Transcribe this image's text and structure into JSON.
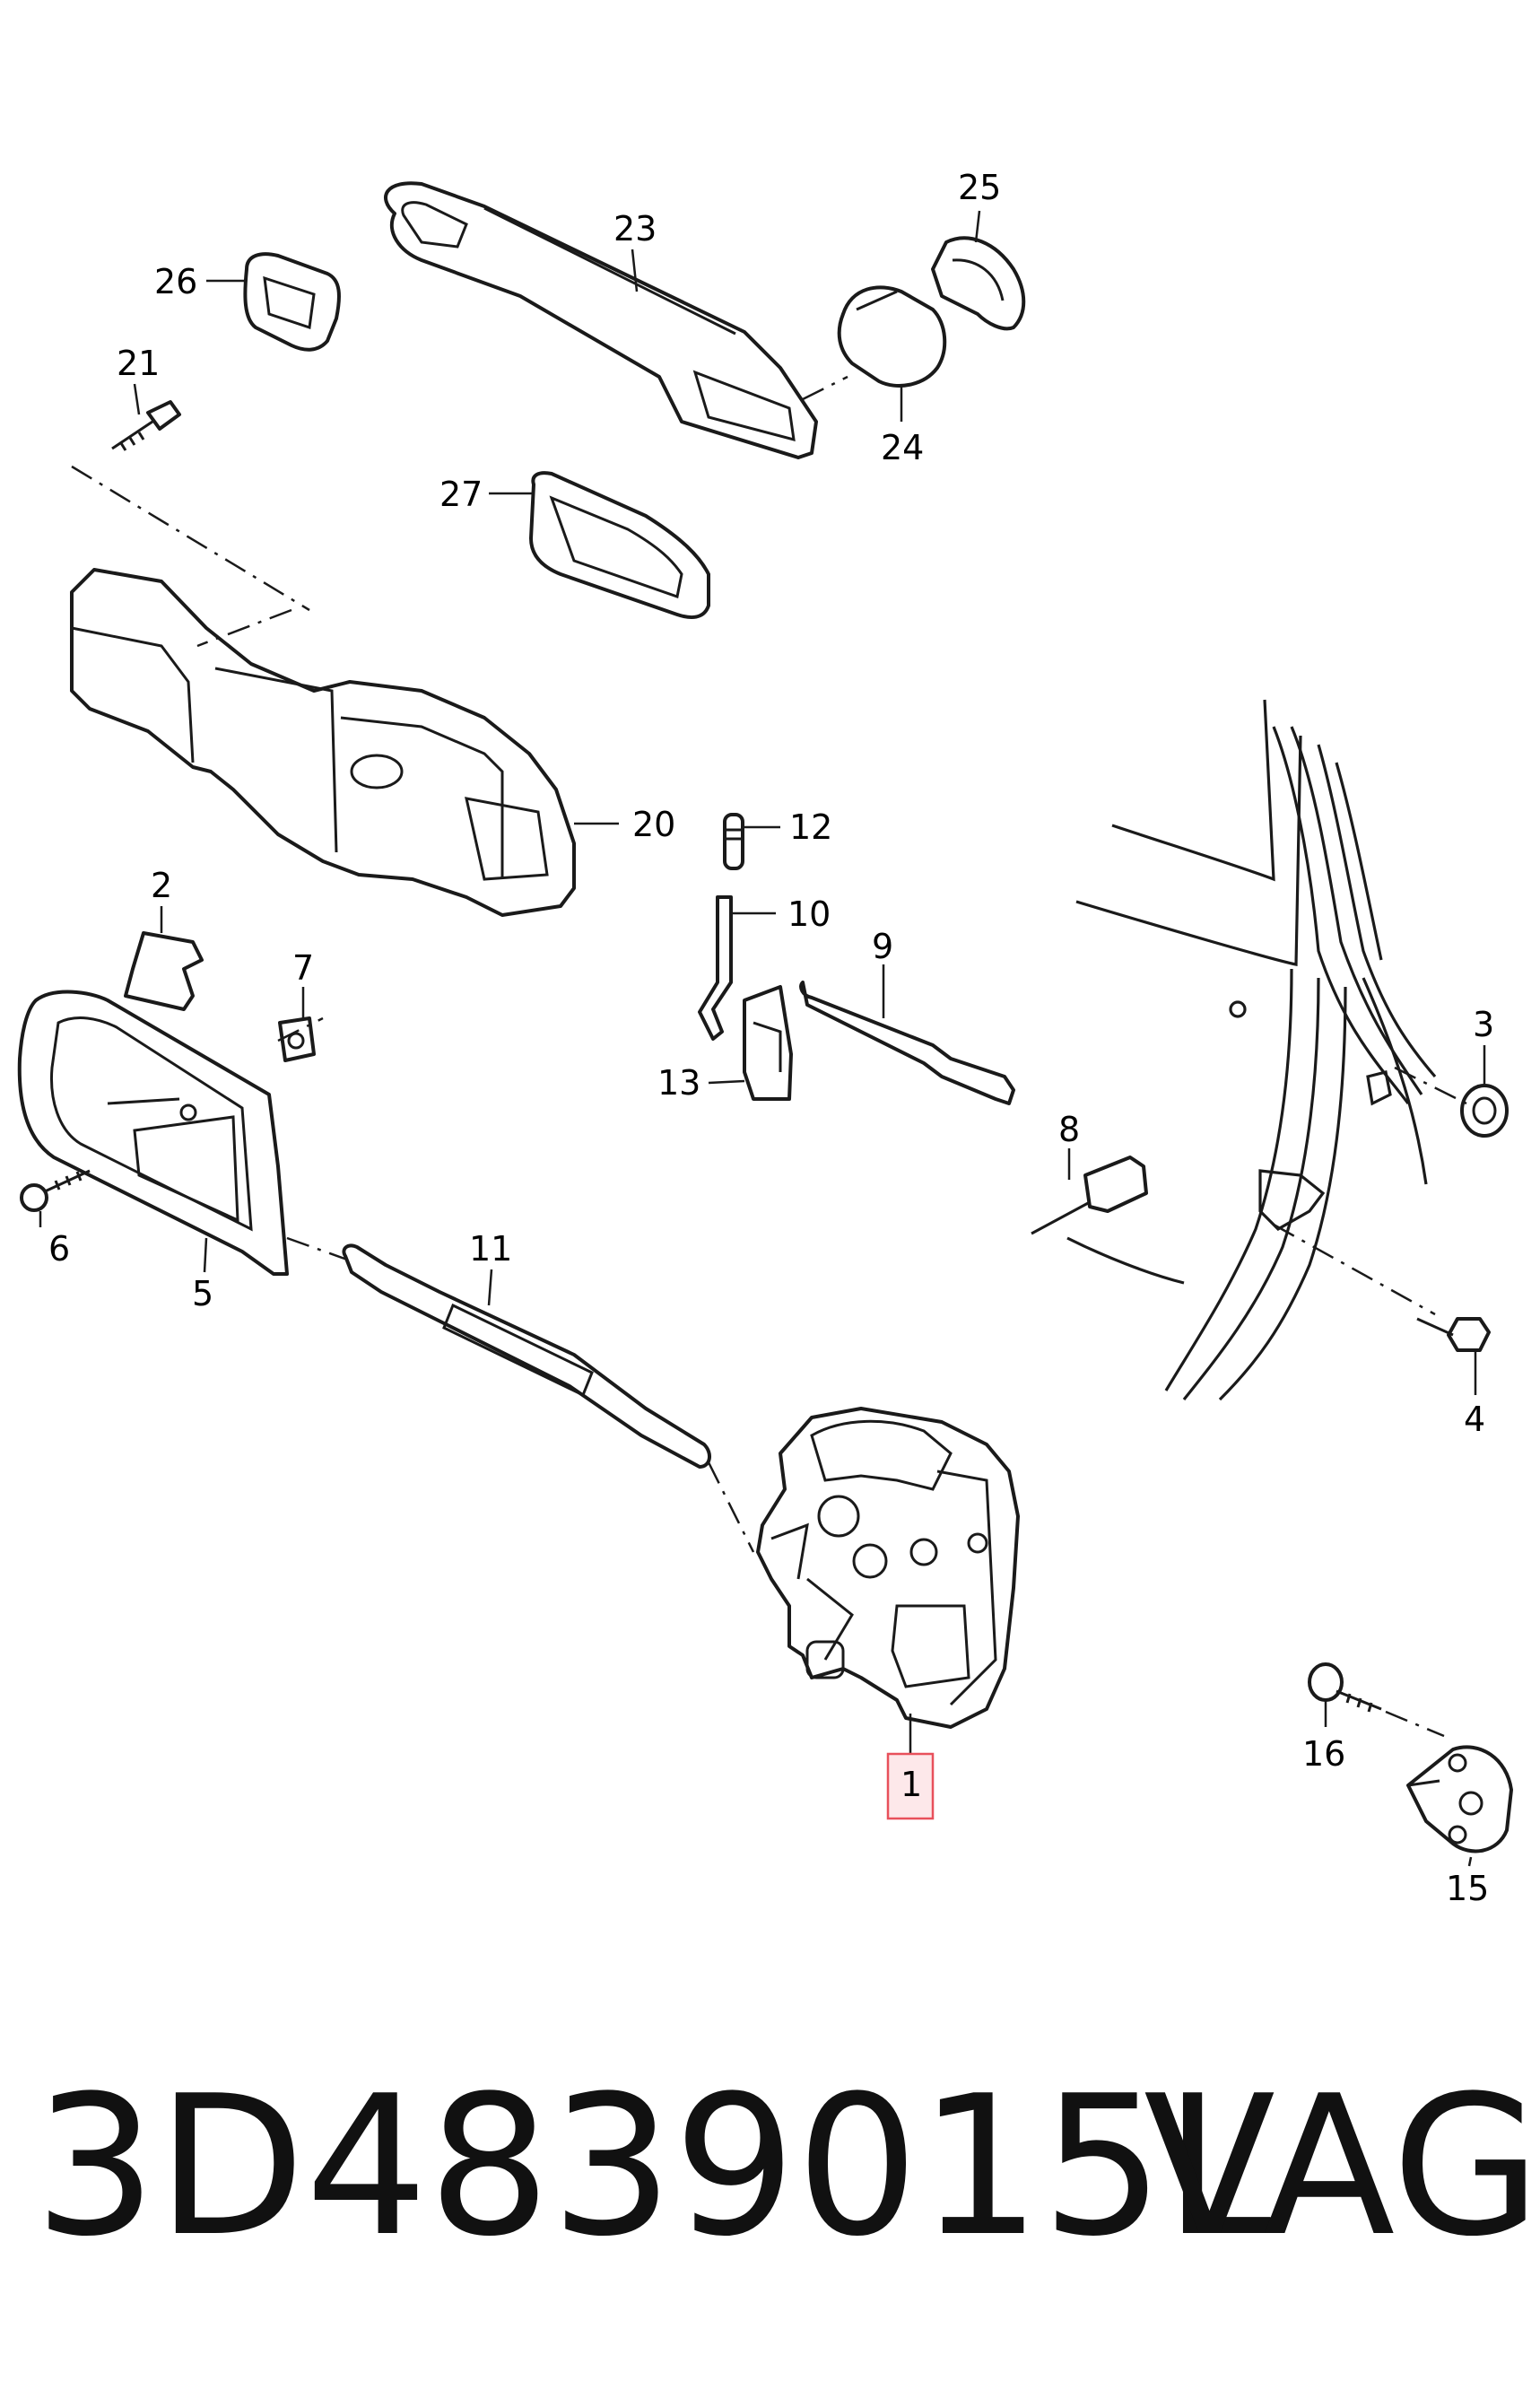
{
  "diagram": {
    "callouts": [
      {
        "id": "c1",
        "label": "1"
      },
      {
        "id": "c2",
        "label": "2"
      },
      {
        "id": "c3",
        "label": "3"
      },
      {
        "id": "c4",
        "label": "4"
      },
      {
        "id": "c5",
        "label": "5"
      },
      {
        "id": "c6",
        "label": "6"
      },
      {
        "id": "c7",
        "label": "7"
      },
      {
        "id": "c8",
        "label": "8"
      },
      {
        "id": "c9",
        "label": "9"
      },
      {
        "id": "c10",
        "label": "10"
      },
      {
        "id": "c11",
        "label": "11"
      },
      {
        "id": "c12",
        "label": "12"
      },
      {
        "id": "c13",
        "label": "13"
      },
      {
        "id": "c15",
        "label": "15"
      },
      {
        "id": "c16",
        "label": "16"
      },
      {
        "id": "c20",
        "label": "20"
      },
      {
        "id": "c21",
        "label": "21"
      },
      {
        "id": "c23",
        "label": "23"
      },
      {
        "id": "c24",
        "label": "24"
      },
      {
        "id": "c25",
        "label": "25"
      },
      {
        "id": "c26",
        "label": "26"
      },
      {
        "id": "c27",
        "label": "27"
      }
    ],
    "highlighted_callout": "1",
    "highlight_color": "#e8505b"
  },
  "footer": {
    "part_number": "3D4839015L",
    "brand": "VAG"
  }
}
